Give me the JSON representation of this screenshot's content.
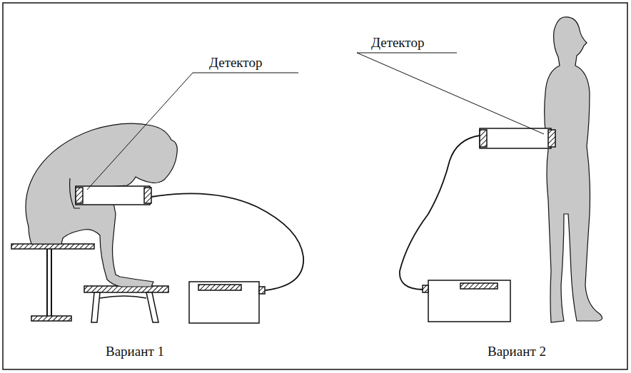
{
  "diagram": {
    "labels": [
      "Детектор",
      "Детектор",
      "Вариант 1",
      "Вариант 2"
    ]
  }
}
